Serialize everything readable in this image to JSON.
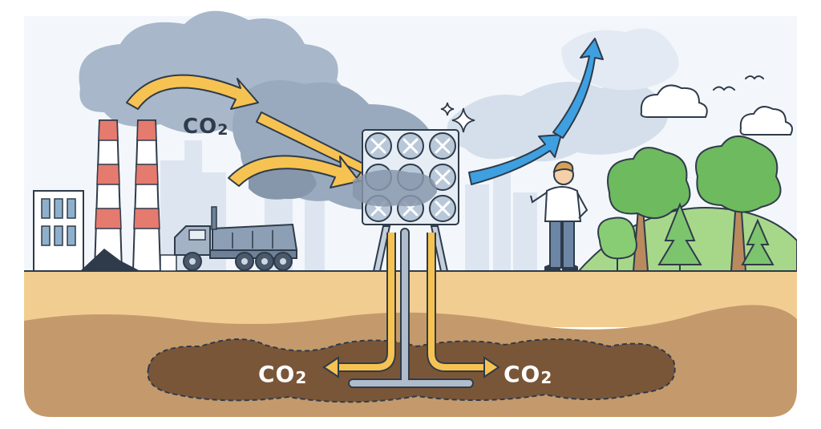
{
  "labels": {
    "co2_air": "CO",
    "co2_air_sub": "2",
    "co2_left": "CO",
    "co2_left_sub": "2",
    "co2_right": "CO",
    "co2_right_sub": "2"
  },
  "colors": {
    "sky": "#eef4fa",
    "smoke": "#9fb0c4",
    "smoke_light": "#c8d4e2",
    "arrow_yellow": "#f6c352",
    "arrow_blue": "#3ea0e0",
    "chimney_red": "#e57a6e",
    "ground_top": "#f1cd92",
    "ground_mid": "#c49a6c",
    "ground_deep": "#8b6a4c",
    "reservoir": "#7a5638",
    "tree_green": "#6dba5f",
    "grass": "#9cd27e",
    "outline": "#2f3b4a"
  },
  "icons": [
    "factory-icon",
    "truck-icon",
    "capture-unit-icon",
    "person-icon",
    "tree-icon",
    "cloud-icon",
    "bird-icon",
    "sparkle-icon"
  ]
}
